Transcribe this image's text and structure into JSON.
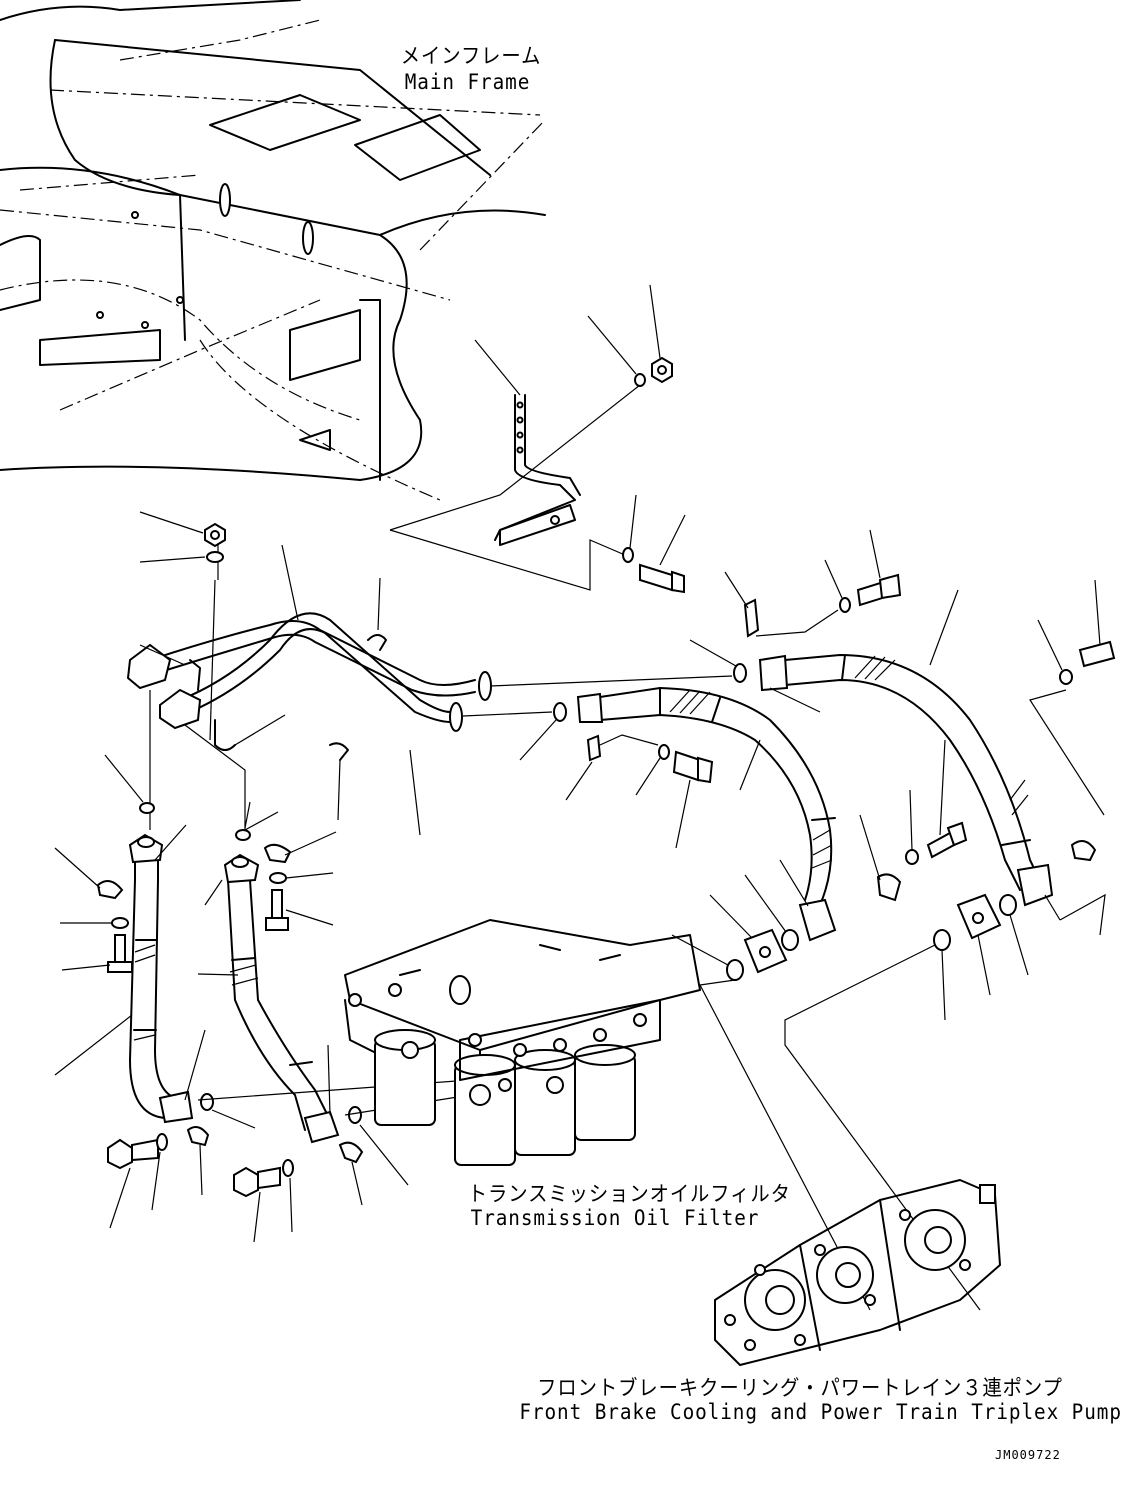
{
  "labels": {
    "main_frame_jp": "メインフレーム",
    "main_frame_en": "Main Frame",
    "filter_jp": "トランスミッションオイルフィルタ",
    "filter_en": "Transmission Oil Filter",
    "pump_jp": "フロントブレーキクーリング・パワートレイン３連ポンプ",
    "pump_en": "Front Brake Cooling and Power Train Triplex Pump"
  },
  "drawing_code": "JM009722"
}
